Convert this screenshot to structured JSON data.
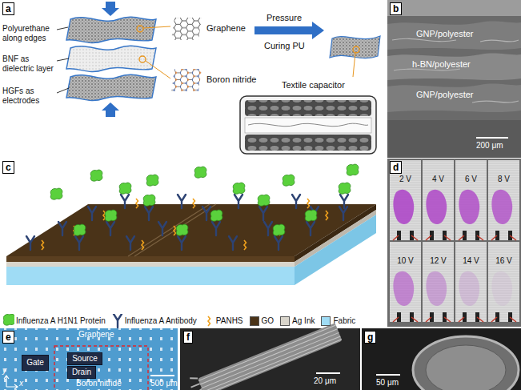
{
  "diagram": {
    "nodes": [
      {
        "text": [
          "Gate"
        ]
      },
      {
        "text": [
          "Source"
        ]
      },
      {
        "text": [
          "Drain"
        ]
      }
    ],
    "labels": [
      "a",
      "Polyurethane along edges",
      "BNF as dielectric layer",
      "HGFs as electrodes",
      "Graphene",
      "Boron nitride",
      "Pressure",
      "Curing PU",
      "Textile capacitor",
      "b",
      "GNP/polyester",
      "h-BN/polyester",
      "GNP/polyester",
      "200 μm",
      "c",
      "d",
      "2 V",
      "4 V",
      "6 V",
      "8 V",
      "10 V",
      "12 V",
      "14 V",
      "16 V",
      "e",
      "Graphene",
      "Boron nitride",
      "500 μm",
      "y",
      "x",
      "f",
      "20 μm",
      "g",
      "50 μm"
    ],
    "legend": [
      {
        "text": "Influenza A H1N1 Protein"
      },
      {
        "text": "Influenza A Antibody"
      },
      {
        "text": "PANHS"
      },
      {
        "text": "GO",
        "color": "#4a3318"
      },
      {
        "text": "Ag Ink",
        "color": "#d9d5cb"
      },
      {
        "text": "Fabric",
        "color": "#9fdcf5"
      }
    ]
  }
}
